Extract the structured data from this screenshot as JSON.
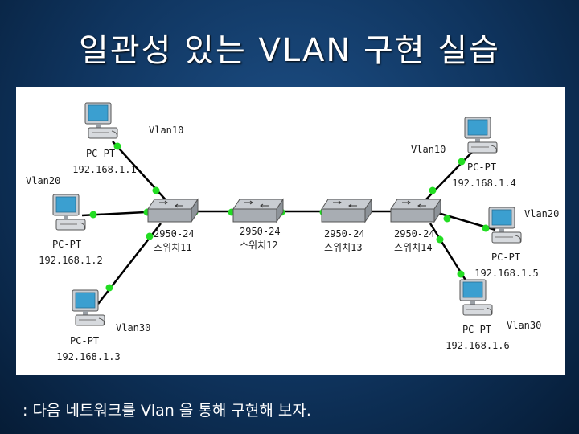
{
  "slide": {
    "title": "일관성 있는 VLAN 구현 실습",
    "caption": ": 다음 네트워크를 Vlan 을 통해 구현해 보자."
  },
  "colors": {
    "link": "#000000",
    "port": "#22dd22",
    "switch": "#a8adb3",
    "pc_body": "#c9cdd2",
    "pc_screen": "#3b9fd0"
  },
  "diagram": {
    "pcs": [
      {
        "id": "pc1",
        "type": "PC-PT",
        "ip": "192.168.1.1",
        "vlan": "Vlan10"
      },
      {
        "id": "pc2",
        "type": "PC-PT",
        "ip": "192.168.1.2",
        "vlan": "Vlan20"
      },
      {
        "id": "pc3",
        "type": "PC-PT",
        "ip": "192.168.1.3",
        "vlan": "Vlan30"
      },
      {
        "id": "pc4",
        "type": "PC-PT",
        "ip": "192.168.1.4",
        "vlan": "Vlan10"
      },
      {
        "id": "pc5",
        "type": "PC-PT",
        "ip": "192.168.1.5",
        "vlan": "Vlan20"
      },
      {
        "id": "pc6",
        "type": "PC-PT",
        "ip": "192.168.1.6",
        "vlan": "Vlan30"
      }
    ],
    "switches": [
      {
        "id": "sw11",
        "model": "2950-24",
        "name": "스위치11"
      },
      {
        "id": "sw12",
        "model": "2950-24",
        "name": "스위치12"
      },
      {
        "id": "sw13",
        "model": "2950-24",
        "name": "스위치13"
      },
      {
        "id": "sw14",
        "model": "2950-24",
        "name": "스위치14"
      }
    ]
  }
}
